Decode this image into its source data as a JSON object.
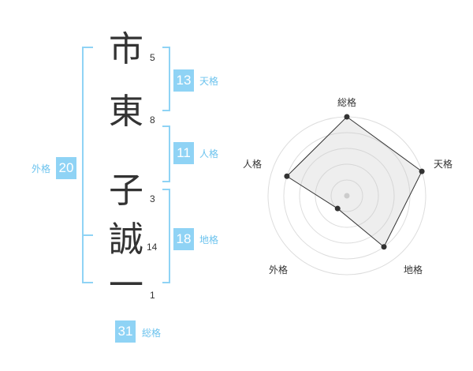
{
  "name": {
    "chars": [
      {
        "char": "市",
        "strokes": "5"
      },
      {
        "char": "東",
        "strokes": "8"
      },
      {
        "char": "子",
        "strokes": "3"
      },
      {
        "char": "誠",
        "strokes": "14"
      },
      {
        "char": "一",
        "strokes": "1"
      }
    ]
  },
  "kakusu": {
    "tenkaku": {
      "value": "13",
      "label": "天格"
    },
    "jinkaku": {
      "value": "11",
      "label": "人格"
    },
    "chikaku": {
      "value": "18",
      "label": "地格"
    },
    "gaikaku": {
      "value": "20",
      "label": "外格"
    },
    "soukaku": {
      "value": "31",
      "label": "総格"
    }
  },
  "colors": {
    "accent": "#8fd3f5",
    "label": "#6cc3ee",
    "text": "#333333"
  },
  "chart_data": {
    "type": "radar",
    "axes": [
      "総格",
      "天格",
      "地格",
      "外格",
      "人格"
    ],
    "values": [
      5,
      5,
      4,
      1,
      4
    ],
    "max": 5
  }
}
